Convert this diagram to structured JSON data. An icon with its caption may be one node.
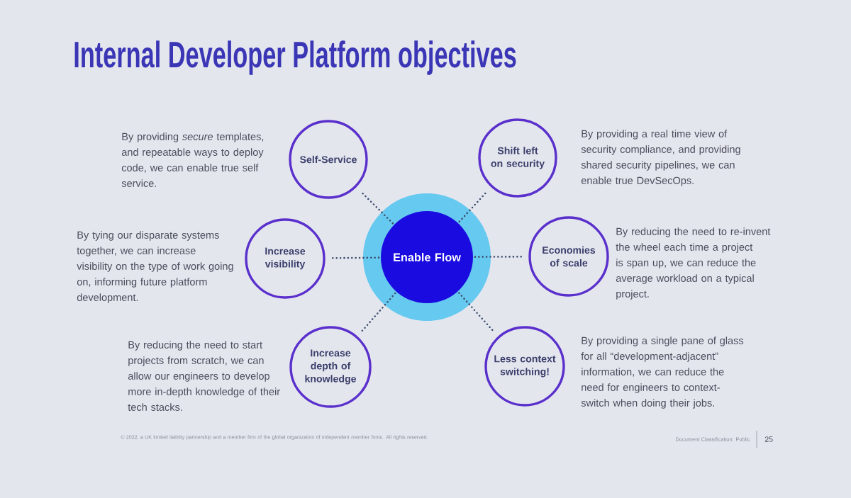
{
  "diagram": {
    "title": "Internal Developer Platform objectives",
    "nodes": [
      {
        "text": [
          "Self-Service"
        ],
        "beside": [
          "By providing *secure* templates, and repeatable ways to deploy code, we can enable true self service."
        ]
      },
      {
        "text": [
          "Shift left on security"
        ],
        "beside": [
          "By providing a real time view of security compliance, and providing shared security pipelines, we can enable true DevSecOps."
        ]
      },
      {
        "text": [
          "Increase visibility"
        ],
        "beside": [
          "By tying our disparate systems together, we can increase visibility on the type of work going on, informing future platform development."
        ]
      },
      {
        "text": [
          "Enable Flow"
        ]
      },
      {
        "text": [
          "Economies of scale"
        ],
        "beside": [
          "By reducing the need to re-invent the wheel each time a project is span up, we can reduce the average workload on a typical project."
        ]
      },
      {
        "text": [
          "Increase depth of knowledge"
        ],
        "beside": [
          "By reducing the need to start projects from scratch, we can allow our engineers to develop more in-depth knowledge of their tech stacks."
        ]
      },
      {
        "text": [
          "Less context switching!"
        ],
        "beside": [
          "By providing a single pane of glass for all “development-adjacent” information, we can reduce the need for engineers to context-switch when doing their jobs."
        ]
      }
    ],
    "edges": [
      {
        "from": 3,
        "to": 0,
        "arrow": "none"
      },
      {
        "from": 3,
        "to": 1,
        "arrow": "none"
      },
      {
        "from": 3,
        "to": 2,
        "arrow": "none"
      },
      {
        "from": 3,
        "to": 4,
        "arrow": "none"
      },
      {
        "from": 3,
        "to": 5,
        "arrow": "none"
      },
      {
        "from": 3,
        "to": 6,
        "arrow": "none"
      }
    ],
    "labels": [
      "© 2022, a UK limited liability partnership and a member firm of the global organization of independent member firms. All rights reserved.",
      "Document Classification: Public",
      "25"
    ]
  }
}
